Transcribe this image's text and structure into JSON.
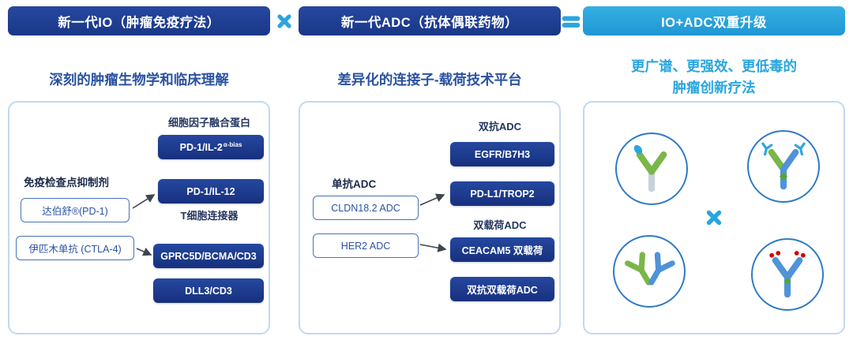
{
  "colors": {
    "navy": "#1d3c93",
    "bright_blue": "#29a5df",
    "panel_border": "#c3d8f0",
    "outline_box_border": "#4a72b8",
    "antibody_green": "#7ab648",
    "antibody_blue": "#4f93d8",
    "payload_red": "#cc0000"
  },
  "operators": {
    "multiply": "×",
    "equals": "=",
    "center_multiply": "×"
  },
  "io": {
    "header": "新一代IO（肿瘤免疫疗法）",
    "subtitle": "深刻的肿瘤生物学和临床理解",
    "cytokine_label": "细胞因子融合蛋白",
    "btn_il2_main": "PD-1/IL-2",
    "btn_il2_sup": "α-bias",
    "btn_il12": "PD-1/IL-12",
    "checkpoint_label": "免疫检查点抑制剂",
    "box_sintilimab": "达伯舒®(PD-1)",
    "box_ipilimumab": "伊匹木单抗 (CTLA-4)",
    "tcell_label": "T细胞连接器",
    "btn_gprc5d": "GPRC5D/BCMA/CD3",
    "btn_dll3": "DLL3/CD3"
  },
  "adc": {
    "header": "新一代ADC（抗体偶联药物）",
    "subtitle": "差异化的连接子-载荷技术平台",
    "bispecific_label": "双抗ADC",
    "btn_egfr": "EGFR/B7H3",
    "btn_pdl1_trop2": "PD-L1/TROP2",
    "mono_label": "单抗ADC",
    "box_cldn182": "CLDN18.2 ADC",
    "box_her2": "HER2 ADC",
    "dual_payload_label": "双载荷ADC",
    "btn_ceacam5": "CEACAM5 双载荷",
    "btn_dual_dual": "双抗双载荷ADC"
  },
  "combo": {
    "header": "IO+ADC双重升级",
    "subtitle_line1": "更广谱、更强效、更低毒的",
    "subtitle_line2": "肿瘤创新疗法"
  }
}
